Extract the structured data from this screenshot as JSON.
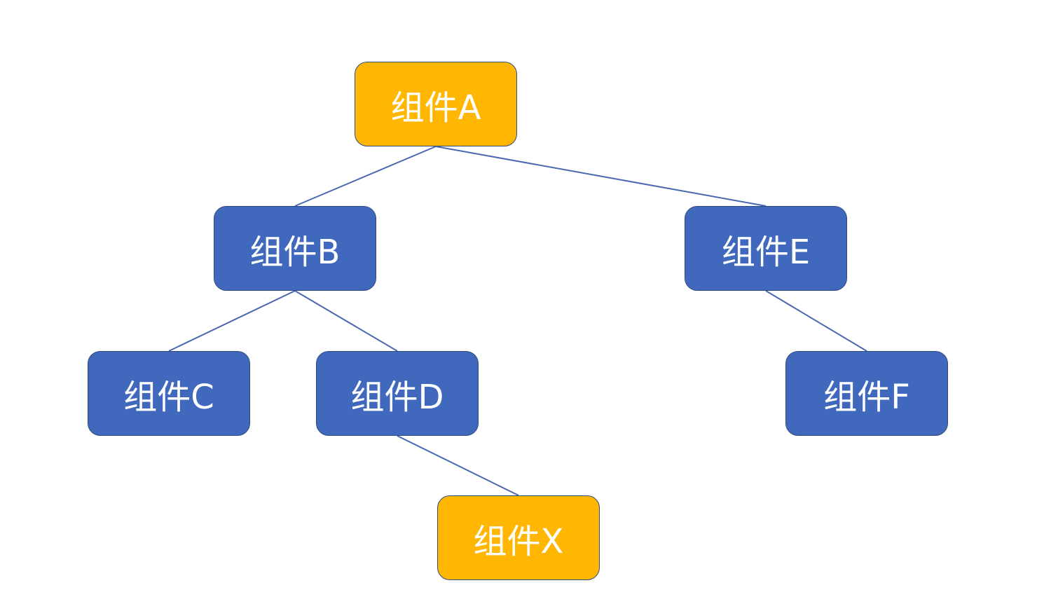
{
  "colors": {
    "highlight": "#ffb703",
    "default": "#4069be",
    "edge": "#4a67b0",
    "text": "#ffffff"
  },
  "nodes": {
    "a": {
      "label": "组件A",
      "style": "highlight"
    },
    "b": {
      "label": "组件B",
      "style": "default"
    },
    "c": {
      "label": "组件C",
      "style": "default"
    },
    "d": {
      "label": "组件D",
      "style": "default"
    },
    "e": {
      "label": "组件E",
      "style": "default"
    },
    "f": {
      "label": "组件F",
      "style": "default"
    },
    "x": {
      "label": "组件X",
      "style": "highlight"
    }
  },
  "edges": [
    {
      "from": "a",
      "to": "b"
    },
    {
      "from": "a",
      "to": "e"
    },
    {
      "from": "b",
      "to": "c"
    },
    {
      "from": "b",
      "to": "d"
    },
    {
      "from": "e",
      "to": "f"
    },
    {
      "from": "d",
      "to": "x"
    }
  ]
}
